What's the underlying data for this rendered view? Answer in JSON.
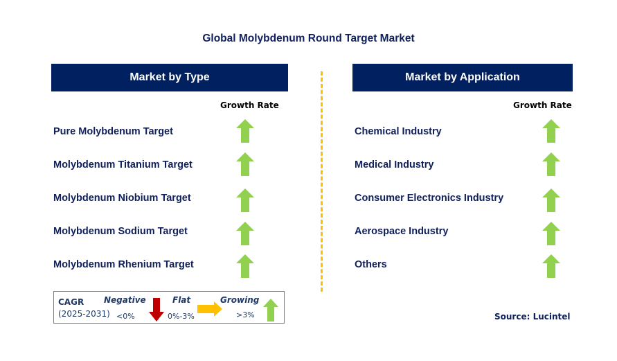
{
  "title": "Global Molybdenum Round Target Market",
  "colors": {
    "header_bg": "#002060",
    "text": "#0f1f5c",
    "growing": "#92d050",
    "negative": "#c00000",
    "flat": "#ffc000",
    "divider": "#ffc000"
  },
  "left_panel": {
    "header": "Market by Type",
    "growth_rate_label": "Growth Rate",
    "items": [
      {
        "label": "Pure Molybdenum Target",
        "trend": "growing-arrow-up"
      },
      {
        "label": "Molybdenum Titanium Target",
        "trend": "growing-arrow-up"
      },
      {
        "label": "Molybdenum Niobium Target",
        "trend": "growing-arrow-up"
      },
      {
        "label": "Molybdenum Sodium Target",
        "trend": "growing-arrow-up"
      },
      {
        "label": "Molybdenum Rhenium Target",
        "trend": "growing-arrow-up"
      }
    ]
  },
  "right_panel": {
    "header": "Market by Application",
    "growth_rate_label": "Growth Rate",
    "items": [
      {
        "label": "Chemical Industry",
        "trend": "growing-arrow-up"
      },
      {
        "label": "Medical Industry",
        "trend": "growing-arrow-up"
      },
      {
        "label": "Consumer Electronics Industry",
        "trend": "growing-arrow-up"
      },
      {
        "label": "Aerospace Industry",
        "trend": "growing-arrow-up"
      },
      {
        "label": "Others",
        "trend": "growing-arrow-up"
      }
    ]
  },
  "legend": {
    "cagr": "CAGR",
    "period": "(2025-2031)",
    "negative": {
      "label": "Negative",
      "range": "<0%",
      "icon": "arrow-down"
    },
    "flat": {
      "label": "Flat",
      "range": "0%-3%",
      "icon": "arrow-right"
    },
    "growing": {
      "label": "Growing",
      "range": ">3%",
      "icon": "arrow-up"
    }
  },
  "source": "Source: Lucintel"
}
